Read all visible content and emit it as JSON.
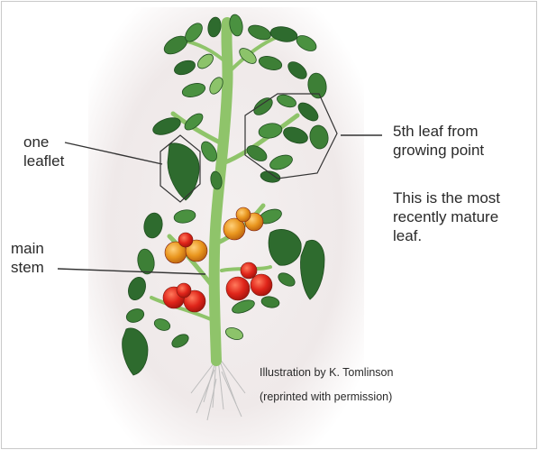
{
  "labels": {
    "one_leaflet": "one\nleaflet",
    "main_stem": "main\nstem",
    "fifth_leaf": "5th leaf from\ngrowing point",
    "recent_leaf": "This is the most\nrecently mature\nleaf."
  },
  "credits": {
    "illustrator": "Illustration by K. Tomlinson",
    "permission": "(reprinted with permission)"
  },
  "colors": {
    "background": "#ffffff",
    "backdrop": "#efe9e9",
    "leaf_dark": "#2e6b2e",
    "leaf_mid": "#4a9140",
    "leaf_light": "#8cc36a",
    "stem": "#8fc46a",
    "tomato_red": "#e0251a",
    "tomato_orange": "#e9961e",
    "leader_line": "#333333"
  },
  "icons": {
    "plant": "tomato-plant-illustration"
  }
}
